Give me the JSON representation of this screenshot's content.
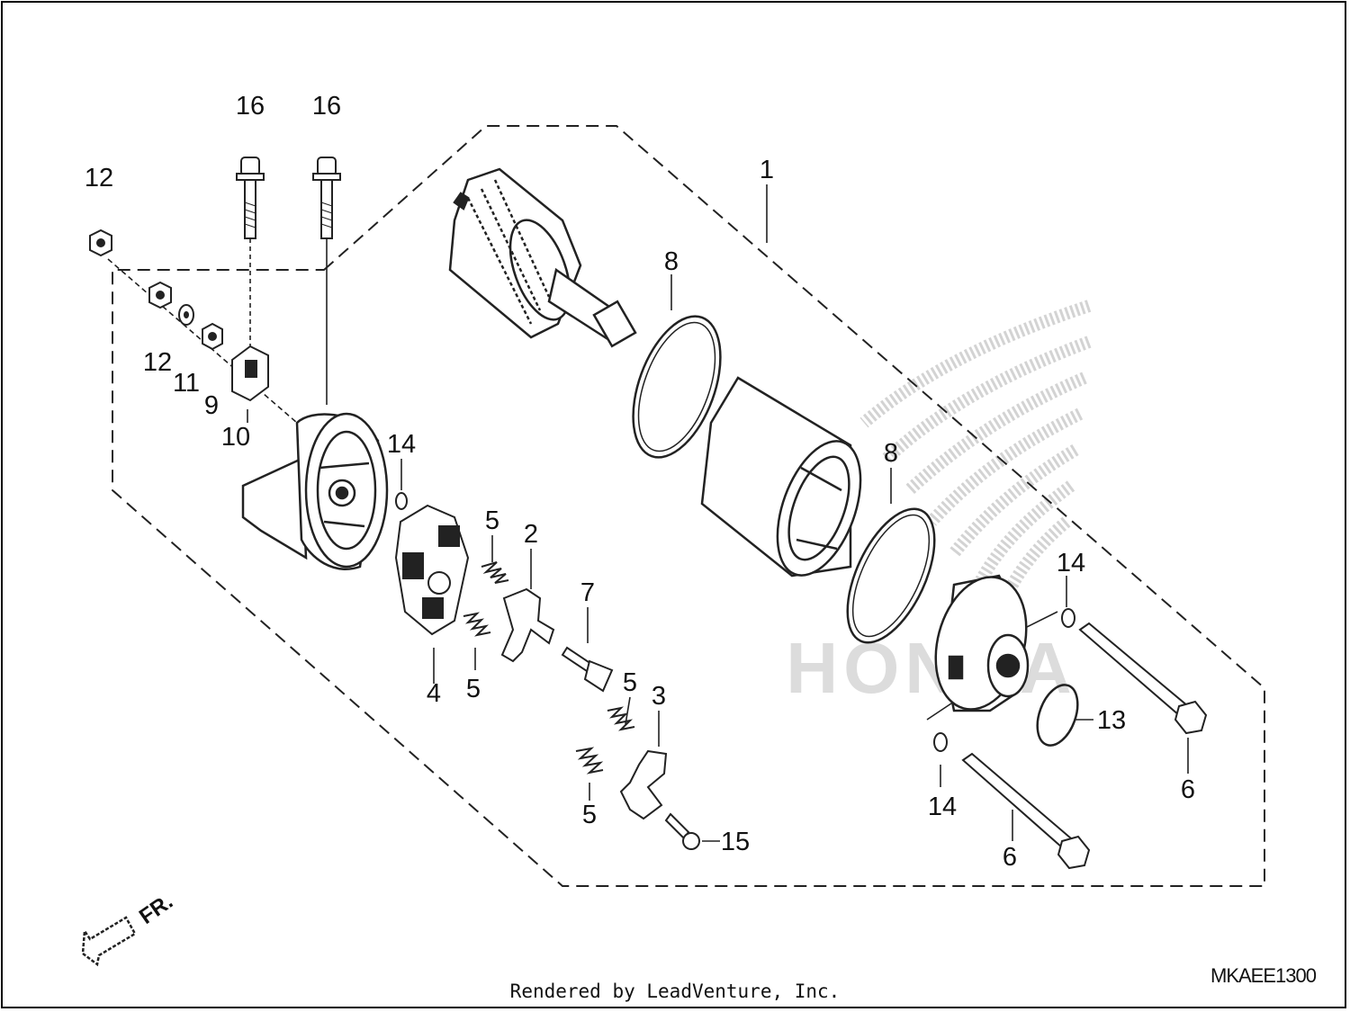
{
  "diagram": {
    "title": "",
    "part_labels": {
      "l1": "1",
      "l2": "2",
      "l3": "3",
      "l4": "4",
      "l5a": "5",
      "l5b": "5",
      "l5c": "5",
      "l5d": "5",
      "l6a": "6",
      "l6b": "6",
      "l7": "7",
      "l8a": "8",
      "l8b": "8",
      "l9": "9",
      "l10": "10",
      "l11": "11",
      "l12a": "12",
      "l12b": "12",
      "l13": "13",
      "l14a": "14",
      "l14b": "14",
      "l14c": "14",
      "l15": "15",
      "l16a": "16",
      "l16b": "16"
    },
    "direction_label": "FR.",
    "diagram_code": "MKAEE1300",
    "watermark_text": "HONDA"
  },
  "footer": {
    "rendered_by": "Rendered by LeadVenture, Inc."
  }
}
